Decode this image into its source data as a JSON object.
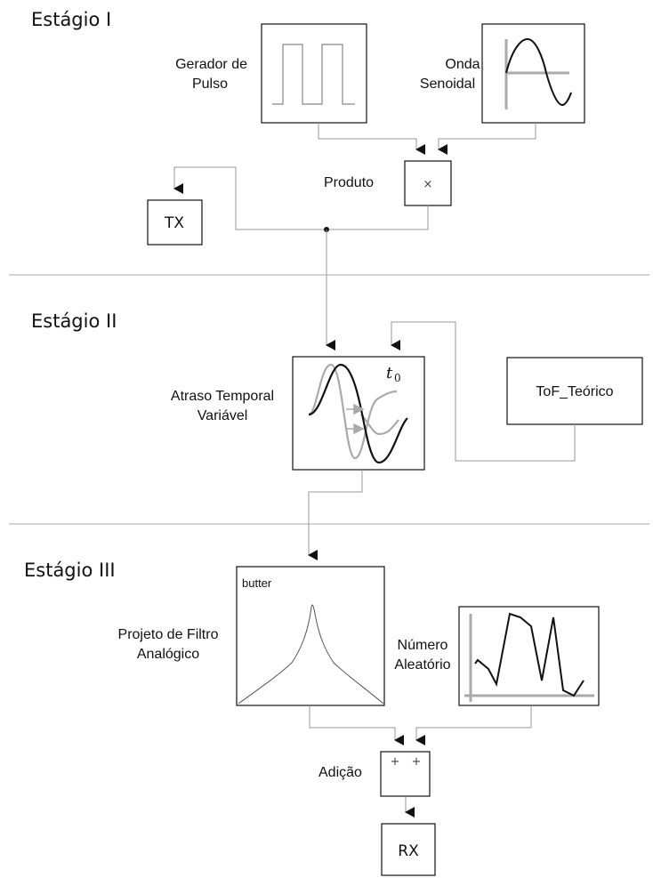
{
  "stages": {
    "stage1": "Estágio I",
    "stage2": "Estágio II",
    "stage3": "Estágio III"
  },
  "blocks": {
    "pulse_generator": {
      "label_line1": "Gerador de",
      "label_line2": "Pulso"
    },
    "sine_wave": {
      "label_line1": "Onda",
      "label_line2": "Senoidal"
    },
    "product": {
      "label": "Produto",
      "symbol": "×"
    },
    "tx": {
      "label": "TX"
    },
    "variable_delay": {
      "label_line1": "Atraso Temporal",
      "label_line2": "Variável",
      "param": "t",
      "param_sub": "0"
    },
    "tof": {
      "label": "ToF_Teórico"
    },
    "filter": {
      "label_line1": "Projeto de Filtro",
      "label_line2": "Analógico",
      "inner_text": "butter"
    },
    "random": {
      "label_line1": "Número",
      "label_line2": "Aleatório"
    },
    "sum": {
      "label": "Adição",
      "sign1": "+",
      "sign2": "+"
    },
    "rx": {
      "label": "RX"
    }
  },
  "colors": {
    "wire": "#999999",
    "block_border": "#111111",
    "icon_gray": "#aaaaaa",
    "separator": "#aaaaaa"
  }
}
